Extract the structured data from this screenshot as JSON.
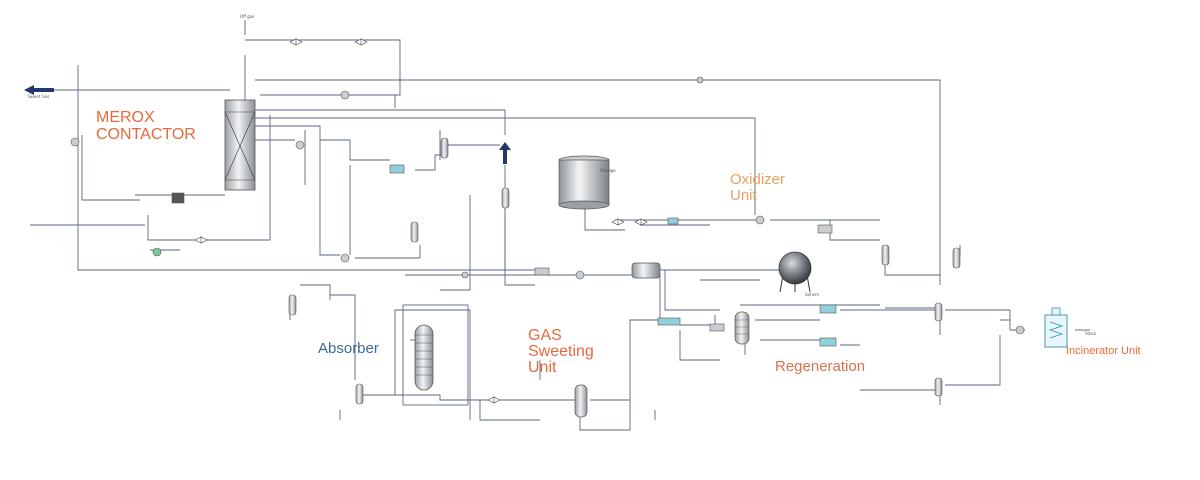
{
  "labels": {
    "merox_contactor": "MEROX CONTACTOR",
    "oxidizer_unit": "Oxidizer Unit",
    "absorber": "Absorber",
    "gas_sweeting_unit": "GAS Sweeting Unit",
    "regeneration": "Regeneration",
    "incinerator_unit": "Incinerator Unit"
  },
  "colors": {
    "merox": "#e8683e",
    "oxidizer": "#e9a05e",
    "absorber": "#3b6b9a",
    "gas_sweeting": "#e8683e",
    "regeneration": "#d9714e",
    "incinerator": "#e8683e",
    "stream_line": "#5a6680",
    "equipment_fill": "#d9dde2",
    "equipment_stroke": "#555555",
    "arrow_blue": "#23366e",
    "exchanger_teal": "#8fd0dc",
    "pump_green": "#7fc89a"
  },
  "icons": [
    "merox-contactor-column-icon",
    "storage-tank-icon",
    "sphere-tank-icon",
    "absorber-column-icon",
    "regenerator-column-icon",
    "incinerator-icon",
    "pump-icon",
    "heat-exchanger-icon",
    "separator-vessel-icon",
    "valve-icon",
    "flow-arrow-icon"
  ]
}
